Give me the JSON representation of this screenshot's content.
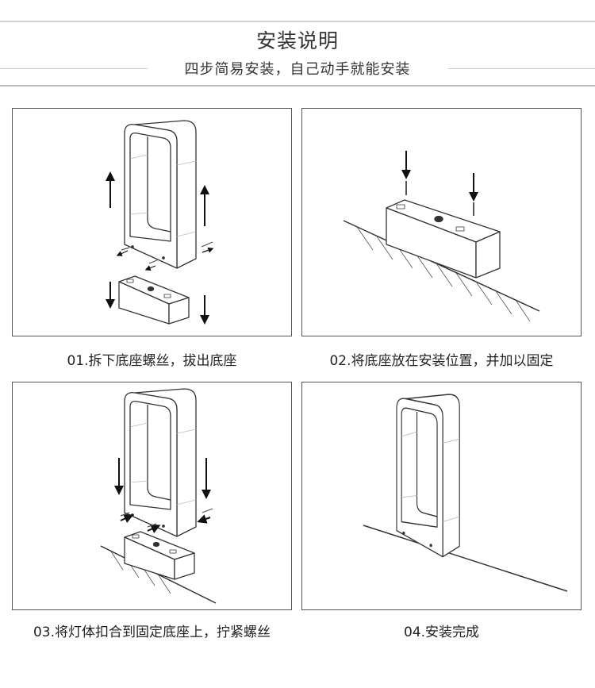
{
  "header": {
    "title": "安装说明",
    "subtitle": "四步简易安装，自己动手就能安装"
  },
  "steps": [
    {
      "caption": "01.拆下底座螺丝，拔出底座"
    },
    {
      "caption": "02.将底座放在安装位置，并加以固定"
    },
    {
      "caption": "03.将灯体扣合到固定底座上，拧紧螺丝"
    },
    {
      "caption": "04.安装完成"
    }
  ]
}
